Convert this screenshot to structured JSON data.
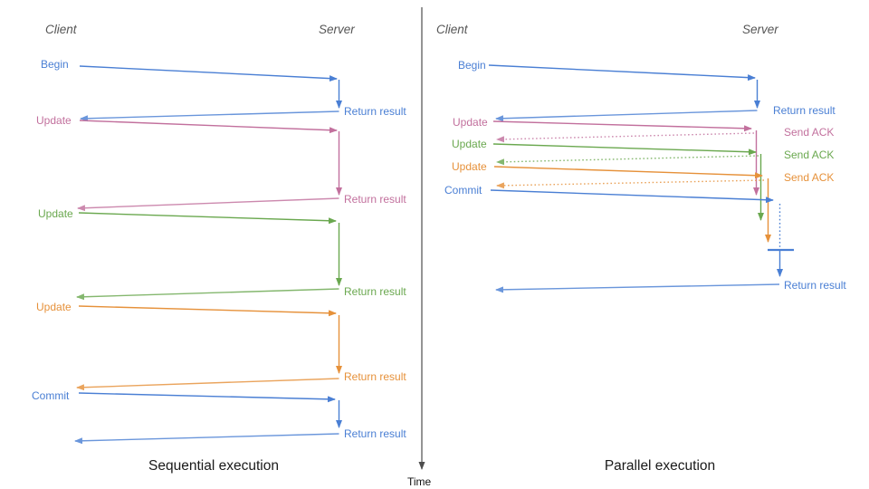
{
  "colors": {
    "blue": "#4a7fd4",
    "pink": "#c2709d",
    "green": "#6aa84f",
    "orange": "#e6913a",
    "axis": "#4d4d4d"
  },
  "timeline": {
    "label": "Time"
  },
  "panels": [
    {
      "id": "sequential",
      "title": "Sequential execution",
      "client_label": "Client",
      "server_label": "Server",
      "messages": [
        {
          "label": "Begin",
          "color": "blue",
          "response": "Return result"
        },
        {
          "label": "Update",
          "color": "pink",
          "response": "Return result"
        },
        {
          "label": "Update",
          "color": "green",
          "response": "Return result"
        },
        {
          "label": "Update",
          "color": "orange",
          "response": "Return result"
        },
        {
          "label": "Commit",
          "color": "blue",
          "response": "Return result"
        }
      ]
    },
    {
      "id": "parallel",
      "title": "Parallel execution",
      "client_label": "Client",
      "server_label": "Server",
      "messages": [
        {
          "label": "Begin",
          "color": "blue",
          "response": "Return result"
        },
        {
          "label": "Update",
          "color": "pink",
          "response": "Send ACK"
        },
        {
          "label": "Update",
          "color": "green",
          "response": "Send ACK"
        },
        {
          "label": "Update",
          "color": "orange",
          "response": "Send ACK"
        },
        {
          "label": "Commit",
          "color": "blue",
          "response": "Return result"
        }
      ]
    }
  ]
}
